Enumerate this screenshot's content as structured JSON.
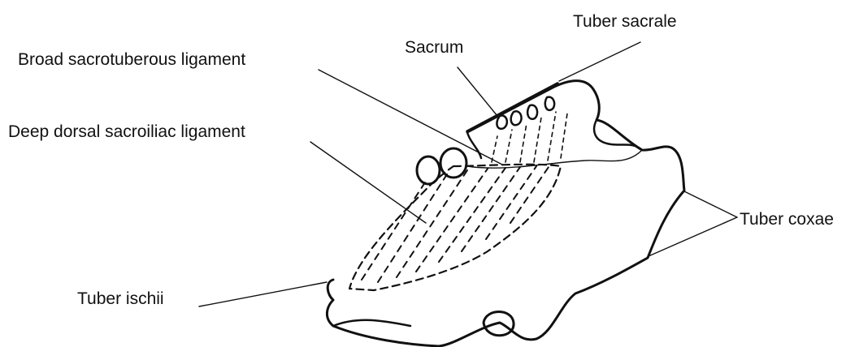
{
  "figure": {
    "labels": {
      "tuber_sacrale": "Tuber sacrale",
      "sacrum": "Sacrum",
      "broad_sacrotuberous_ligament": "Broad sacrotuberous ligament",
      "deep_dorsal_sacroiliac_ligament": "Deep dorsal sacroiliac ligament",
      "tuber_coxae": "Tuber coxae",
      "tuber_ischii": "Tuber ischii"
    },
    "colors": {
      "ink": "#111111",
      "background": "#ffffff"
    }
  }
}
